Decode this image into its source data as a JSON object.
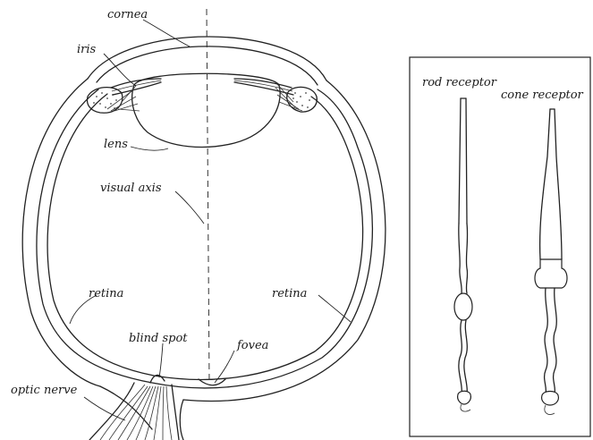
{
  "eye": {
    "labels": {
      "cornea": "cornea",
      "iris": "iris",
      "lens": "lens",
      "visual_axis": "visual axis",
      "retina_left": "retina",
      "retina_right": "retina",
      "blind_spot": "blind spot",
      "fovea": "fovea",
      "optic_nerve": "optic nerve"
    }
  },
  "receptors": {
    "rod_label": "rod receptor",
    "cone_label": "cone receptor"
  }
}
